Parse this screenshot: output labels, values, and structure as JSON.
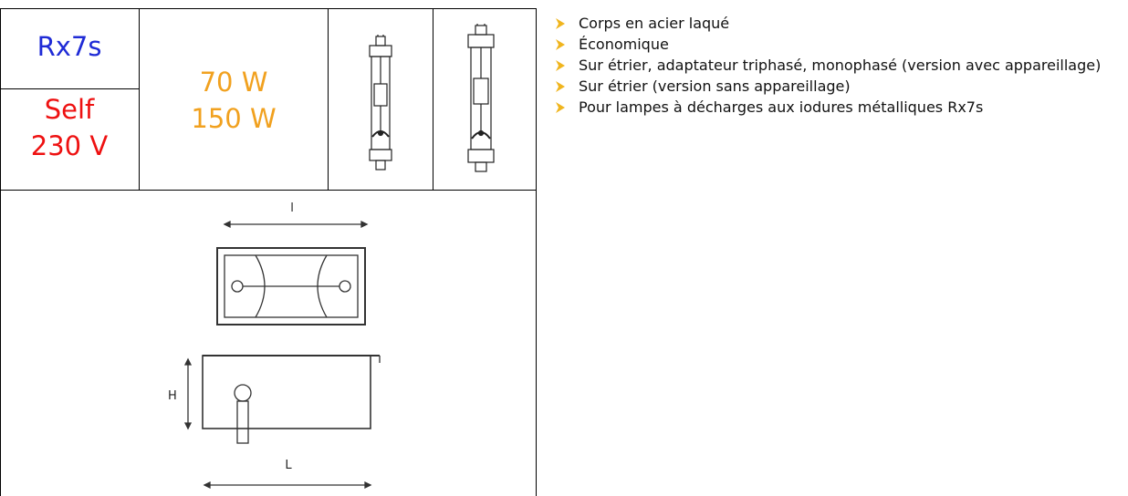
{
  "product": {
    "model": "Rx7s",
    "ballast_type": "Self",
    "voltage": "230 V",
    "powers": [
      "70 W",
      "150 W"
    ]
  },
  "colors": {
    "model": "#1f2bd6",
    "ballast": "#ee1111",
    "power": "#f1a11f",
    "bullet": "#f0b51e"
  },
  "icons": {
    "lamp_small": "rx7s-lamp-icon",
    "lamp_large": "rx7s-lamp-large-icon",
    "bullet": "arrow-bullet-icon"
  },
  "features": [
    "Corps en acier laqué",
    "Économique",
    "Sur étrier, adaptateur triphasé, monophasé (version avec appareillage)",
    "Sur étrier (version sans appareillage)",
    "Pour lampes à décharges aux iodures métalliques Rx7s"
  ],
  "drawing": {
    "width_label": "l",
    "height_label": "H",
    "length_label": "L"
  }
}
